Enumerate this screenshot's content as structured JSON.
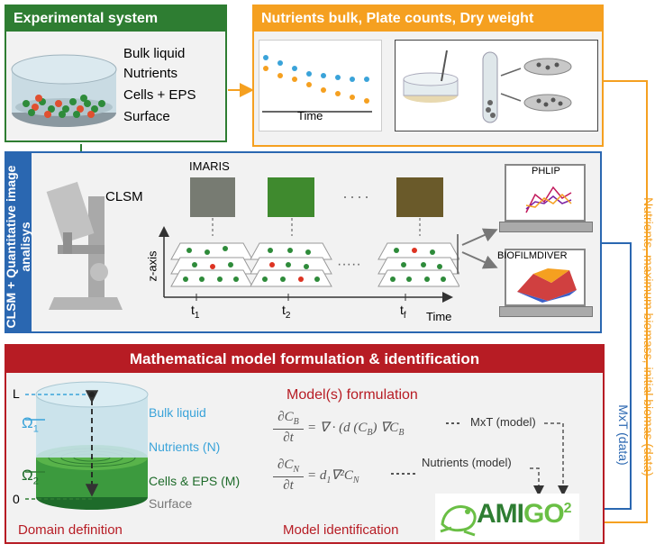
{
  "colors": {
    "green": "#2e7d32",
    "orange": "#f5a020",
    "blue": "#2a67b1",
    "red": "#b71c24",
    "cyan": "#3aa3d9",
    "teal": "#2b8aa0",
    "darkgreen": "#1e6b2a",
    "gray": "#666666"
  },
  "experimental": {
    "title": "Experimental system",
    "labels": [
      "Bulk liquid",
      "Nutrients",
      "Cells + EPS",
      "Surface"
    ]
  },
  "nutrients_panel": {
    "title": "Nutrients bulk, Plate counts, Dry weight",
    "xlabel": "Time"
  },
  "clsm_panel": {
    "side_title": "CLSM + Quantitative image analisys",
    "microscope_label": "CLSM",
    "imaris_label": "IMARIS",
    "zaxis": "z-axis",
    "time": "Time",
    "t_labels": [
      {
        "base": "t",
        "sub": "1"
      },
      {
        "base": "t",
        "sub": "2"
      },
      {
        "base": "t",
        "sub": "f"
      }
    ],
    "phlip": "PHLIP",
    "biofilmdiver": "BIOFILMDIVER"
  },
  "side_labels": {
    "orange": "Nutrients, maximum biomass, initial biomas (data)",
    "blue": "MxT (data)"
  },
  "model": {
    "title": "Mathematical model formulation & identification",
    "L": "L",
    "zero": "0",
    "omega1": {
      "base": "Ω",
      "sub": "1"
    },
    "omega2": {
      "base": "Ω",
      "sub": "2"
    },
    "bulk": "Bulk liquid",
    "nutrients": "Nutrients (N)",
    "cells": "Cells & EPS (M)",
    "surface": "Surface",
    "domain_def": "Domain definition",
    "formulation_title": "Model(s) formulation",
    "mxt_model": "MxT (model)",
    "nutrients_model": "Nutrients (model)",
    "identification": "Model identification",
    "amigo": {
      "a": "AMI",
      "b": "GO",
      "sup": "2"
    },
    "eq1": {
      "num": "∂C",
      "num_sub": "B",
      "den": "∂t",
      "rhs_a": "= ∇ · (d  (C",
      "rhs_a_sub": "B",
      "rhs_b": ") ∇C",
      "rhs_b_sub": "B"
    },
    "eq2": {
      "num": "∂C",
      "num_sub": "N",
      "den": "∂t",
      "rhs_a": "= d",
      "rhs_a_sub": "1",
      "rhs_b": "∇²C",
      "rhs_b_sub": "N"
    }
  }
}
